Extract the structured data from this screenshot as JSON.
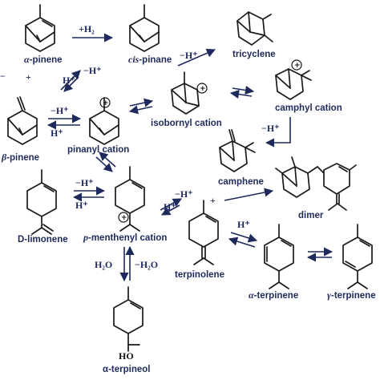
{
  "compounds": {
    "alpha_pinene": [
      "α",
      "-pinene"
    ],
    "cis_pinane": [
      "cis",
      "-pinane"
    ],
    "tricyclene": "tricyclene",
    "beta_pinene": [
      "β",
      "-pinene"
    ],
    "pinanyl_cation": "pinanyl cation",
    "isobornyl_cation": "isobornyl cation",
    "camphyl_cation": "camphyl cation",
    "camphene": "camphene",
    "d_limonene": "D-limonene",
    "p_menthenyl_cation": [
      "p",
      "-menthenyl cation"
    ],
    "dimer": "dimer",
    "terpinolene": "terpinolene",
    "alpha_terpinene": [
      "α",
      "-terpinene"
    ],
    "gamma_terpinene": [
      "γ",
      "-terpinene"
    ],
    "alpha_terpineol": "α-terpineol"
  },
  "reagents": {
    "hydrogenation": "+H₂",
    "minus_h": "−H⁺",
    "plus_h": "H⁺",
    "plus_sign": "+",
    "minus_sign": "−",
    "water": "H₂O",
    "minus_water": "−H₂O",
    "charge": "+",
    "hydroxyl": "HO"
  }
}
